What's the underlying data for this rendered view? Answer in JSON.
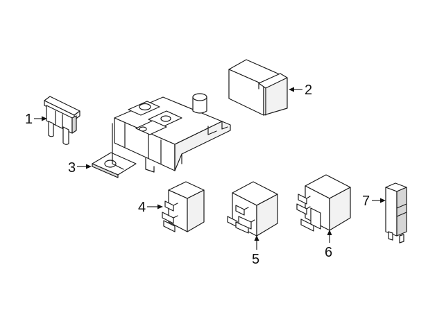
{
  "diagram": {
    "colors": {
      "line": "#1a1a1a",
      "background": "#ffffff",
      "shade": "#d6d6d6"
    },
    "callouts": [
      {
        "id": "1",
        "label": "1"
      },
      {
        "id": "2",
        "label": "2"
      },
      {
        "id": "3",
        "label": "3"
      },
      {
        "id": "4",
        "label": "4"
      },
      {
        "id": "5",
        "label": "5"
      },
      {
        "id": "6",
        "label": "6"
      },
      {
        "id": "7",
        "label": "7"
      }
    ]
  }
}
